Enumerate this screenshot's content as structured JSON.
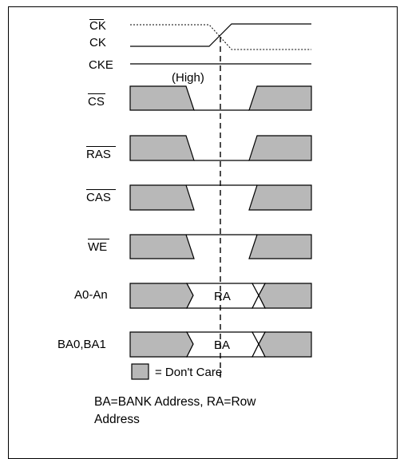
{
  "signals": {
    "ck_bar": "CK",
    "ck": "CK",
    "cke": "CKE",
    "cke_level": "(High)",
    "cs": "CS",
    "ras": "RAS",
    "cas": "CAS",
    "we": "WE",
    "addr": "A0-An",
    "bank": "BA0,BA1"
  },
  "bus_values": {
    "addr": "RA",
    "bank": "BA"
  },
  "legend": {
    "dont_care": "= Don't Care"
  },
  "caption": "BA=BANK Address, RA=Row Address",
  "colors": {
    "dont_care_fill": "#b8b8b8",
    "line": "#000000"
  }
}
